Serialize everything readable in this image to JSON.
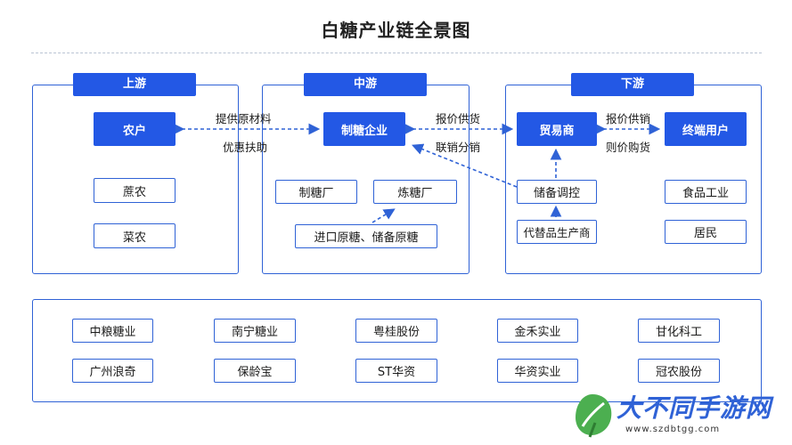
{
  "title": "白糖产业链全景图",
  "upstream": {
    "tag": "上游",
    "main": "农户",
    "items": [
      "蔗农",
      "菜农"
    ]
  },
  "midstream": {
    "tag": "中游",
    "main": "制糖企业",
    "items": [
      "制糖厂",
      "炼糖厂",
      "进口原糖、储备原糖"
    ]
  },
  "downstream": {
    "tag": "下游",
    "trader": "贸易商",
    "end_user": "终端用户",
    "reserve": "储备调控",
    "substitute": "代替品生产商",
    "users": [
      "食品工业",
      "居民"
    ]
  },
  "flows": {
    "up_mid_top": "提供原材料",
    "up_mid_bottom": "优惠扶助",
    "mid_trade_top": "报价供货",
    "mid_trade_bottom": "联销分销",
    "trade_end_top": "报价供销",
    "trade_end_bottom": "则价购货"
  },
  "companies": {
    "row1": [
      "中粮糖业",
      "南宁糖业",
      "粤桂股份",
      "金禾实业",
      "甘化科工"
    ],
    "row2": [
      "广州浪奇",
      "保龄宝",
      "ST华资",
      "华资实业",
      "冠农股份"
    ]
  },
  "watermark": {
    "name": "大不同手游网",
    "url": "www.szdbtgg.com"
  },
  "colors": {
    "accent": "#2358e5",
    "border": "#2f62d6",
    "logo_leaf": "#4caf50"
  }
}
